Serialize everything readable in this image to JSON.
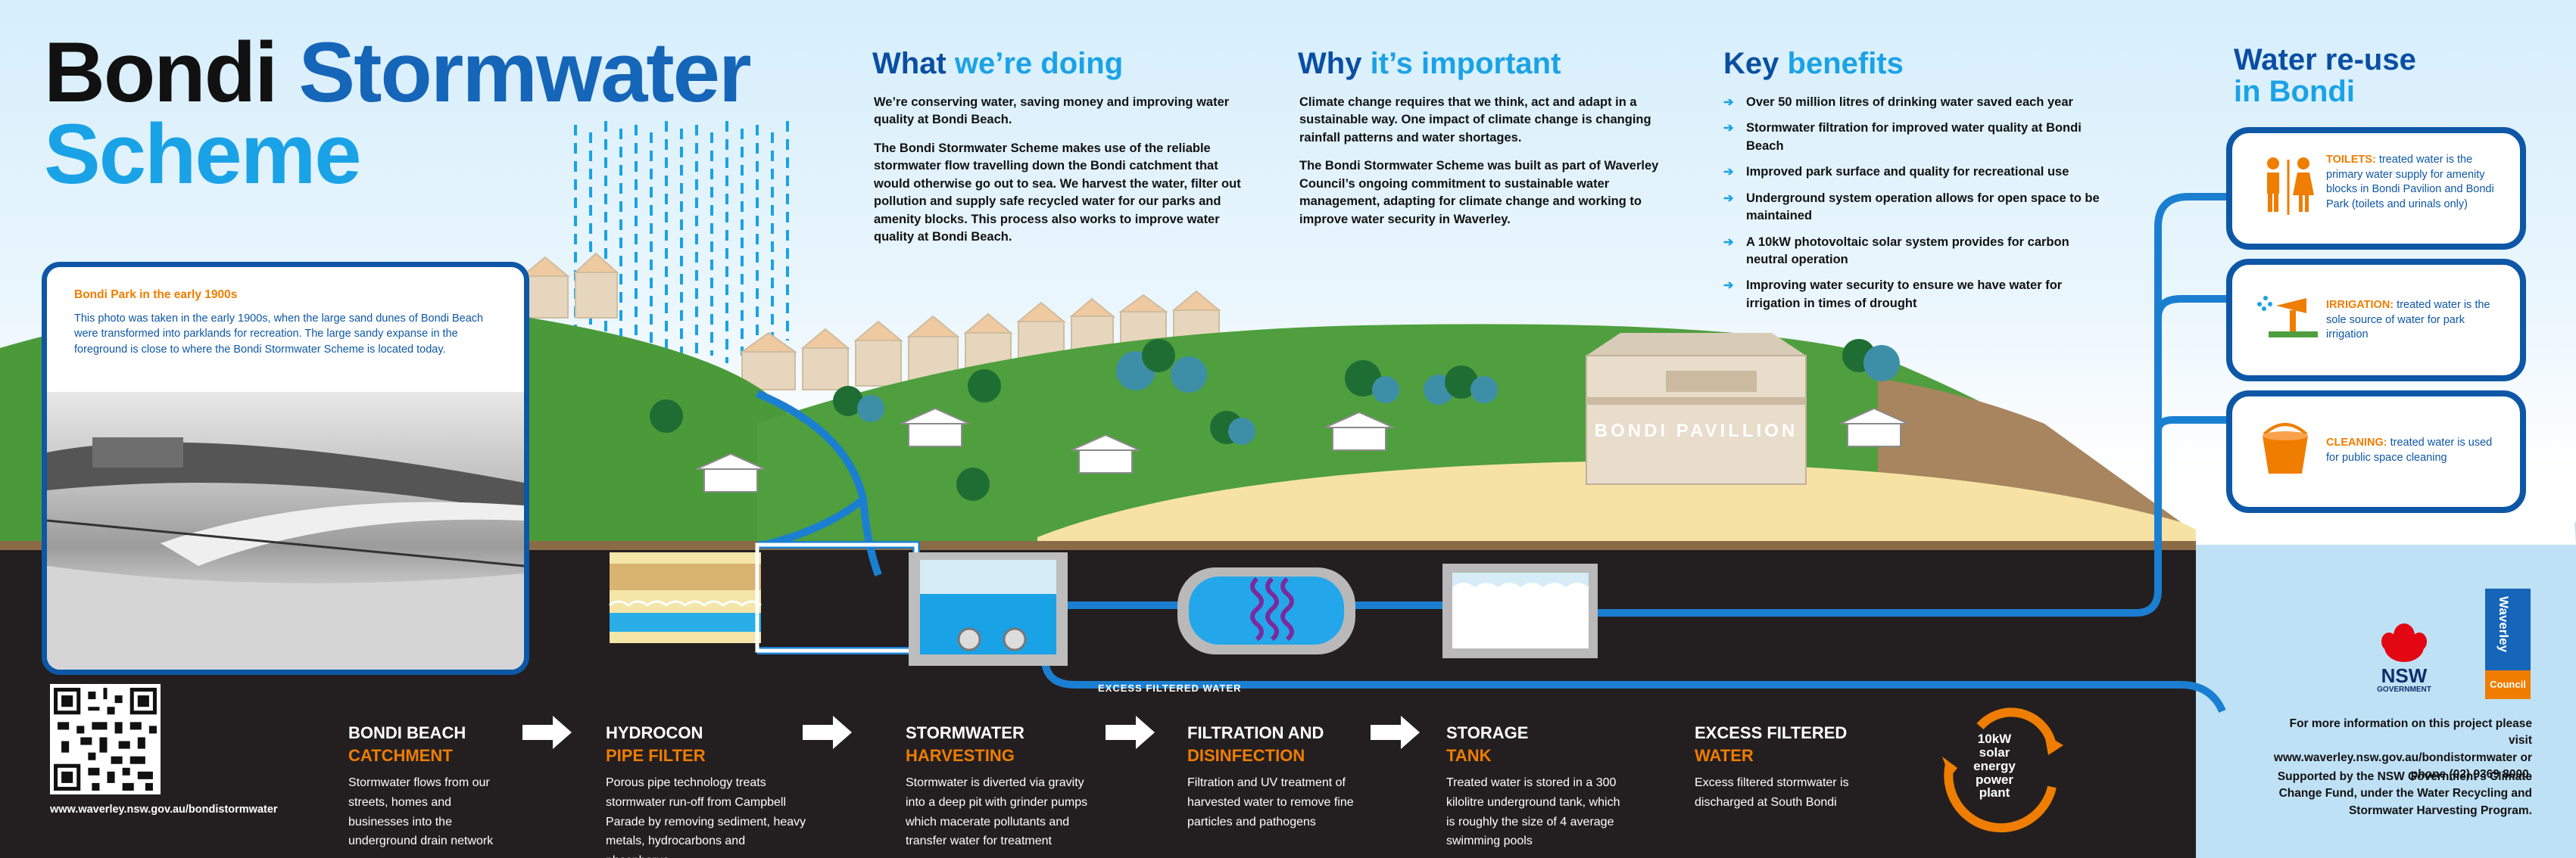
{
  "title": {
    "line1_dark": "Bondi",
    "line1_blue": "Stormwater",
    "line2": "Scheme"
  },
  "photo_card": {
    "title": "Bondi Park in the early 1900s",
    "text": "This photo was taken in the early 1900s, when the large sand dunes of Bondi Beach were transformed into parklands for recreation. The large sandy expanse in the foreground is close to where the Bondi Stormwater Scheme is located today."
  },
  "what": {
    "heading_dark": "What",
    "heading_light": "we’re doing",
    "p1": "We’re conserving water, saving money and improving water quality at Bondi Beach.",
    "p2": "The Bondi Stormwater Scheme makes use of the reliable stormwater flow travelling down the Bondi catchment that would otherwise go out to sea. We harvest the water, filter out pollution and supply safe recycled water for our parks and amenity blocks. This process also works to improve water quality at Bondi Beach."
  },
  "why": {
    "heading_dark": "Why",
    "heading_light": "it’s important",
    "p1": "Climate change requires that we think, act and adapt in a sustainable way. One impact of climate change is changing rainfall patterns and water shortages.",
    "p2": "The Bondi Stormwater Scheme was built as part of Waverley Council’s ongoing commitment to sustainable water management, adapting for climate change and working to improve water security in Waverley."
  },
  "benefits": {
    "heading_dark": "Key",
    "heading_light": "benefits",
    "items": [
      "Over 50 million litres of drinking water saved each year",
      "Stormwater filtration for improved water quality at Bondi Beach",
      "Improved park surface and quality for recreational use",
      "Underground system operation allows for open space to be maintained",
      "A 10kW photovoltaic solar system provides for carbon neutral operation",
      "Improving water security to ensure we have water for irrigation in times of drought"
    ]
  },
  "reuse": {
    "heading_line1": "Water re-use",
    "heading_line2": "in Bondi",
    "toilets": {
      "label": "TOILETS:",
      "text": "treated water is the primary water supply for amenity blocks in Bondi Pavilion and Bondi Park (toilets and urinals only)"
    },
    "irrigation": {
      "label": "IRRIGATION:",
      "text": "treated water is the sole source of water for park irrigation"
    },
    "cleaning": {
      "label": "CLEANING:",
      "text": "treated water is used for public space cleaning"
    }
  },
  "pavilion_sign": "BONDI PAVILLION",
  "pipe_label": "EXCESS FILTERED WATER",
  "steps": [
    {
      "t1": "BONDI BEACH",
      "t2": "CATCHMENT",
      "desc": "Stormwater flows from our streets, homes and businesses into the underground drain network"
    },
    {
      "t1": "HYDROCON",
      "t2": "PIPE FILTER",
      "desc": "Porous pipe technology treats stormwater run-off from Campbell Parade by removing sediment, heavy metals, hydrocarbons and phosphorus"
    },
    {
      "t1": "STORMWATER",
      "t2": "HARVESTING",
      "desc": "Stormwater is diverted via gravity into a deep pit with grinder pumps which macerate pollutants and transfer water for treatment"
    },
    {
      "t1": "FILTRATION AND",
      "t2": "DISINFECTION",
      "desc": "Filtration and UV treatment of harvested water to remove fine particles and pathogens"
    },
    {
      "t1": "STORAGE",
      "t2": "TANK",
      "desc": "Treated water is stored in a 300 kilolitre underground tank, which is roughly the size of 4 average swimming pools"
    },
    {
      "t1": "EXCESS FILTERED",
      "t2": "WATER",
      "desc": "Excess filtered stormwater is discharged at South Bondi"
    }
  ],
  "solar": {
    "l1": "10kW",
    "l2": "solar",
    "l3": "energy",
    "l4": "power",
    "l5": "plant"
  },
  "qr_url": "www.waverley.nsw.gov.au/bondistormwater",
  "logos": {
    "nsw_l1": "NSW",
    "nsw_l2": "GOVERNMENT",
    "waverley": "Waverley",
    "council": "Council"
  },
  "footer": {
    "info": "For more information on this project please visit www.waverley.nsw.gov.au/bondistormwater or phone (02) 9369 8000.",
    "support": "Supported by the NSW Government’s Climate Change Fund, under the Water Recycling and Stormwater Harvesting Program."
  }
}
